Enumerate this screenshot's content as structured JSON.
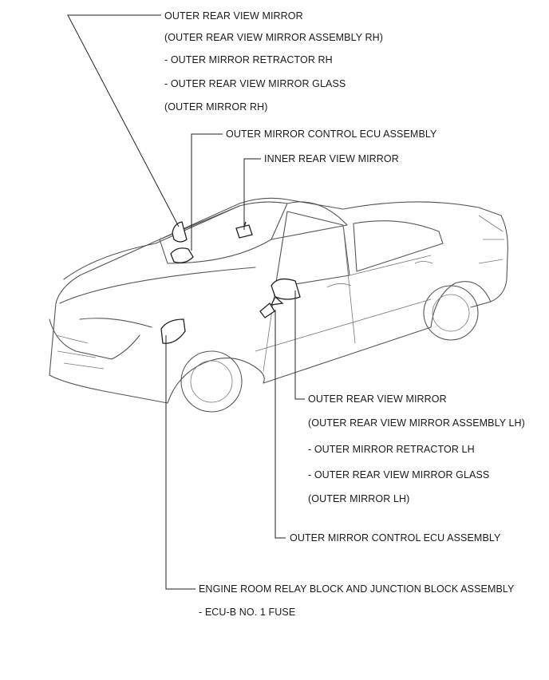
{
  "labels": {
    "rh_mirror": {
      "title": "OUTER REAR VIEW MIRROR",
      "assembly": "(OUTER REAR VIEW MIRROR ASSEMBLY RH)",
      "retractor": "- OUTER MIRROR RETRACTOR RH",
      "glass": "- OUTER REAR VIEW MIRROR GLASS",
      "mirror": "(OUTER MIRROR RH)"
    },
    "ecu_rh": "OUTER MIRROR CONTROL ECU ASSEMBLY",
    "inner_mirror": "INNER REAR VIEW MIRROR",
    "lh_mirror": {
      "title": "OUTER REAR VIEW MIRROR",
      "assembly": "(OUTER REAR VIEW MIRROR ASSEMBLY LH)",
      "retractor": "- OUTER MIRROR RETRACTOR LH",
      "glass": "- OUTER REAR VIEW MIRROR GLASS",
      "mirror": "(OUTER MIRROR LH)"
    },
    "ecu_lh": "OUTER MIRROR CONTROL ECU ASSEMBLY",
    "relay_block": {
      "title": "ENGINE ROOM RELAY BLOCK AND JUNCTION BLOCK ASSEMBLY",
      "fuse": "- ECU-B NO. 1 FUSE"
    }
  }
}
